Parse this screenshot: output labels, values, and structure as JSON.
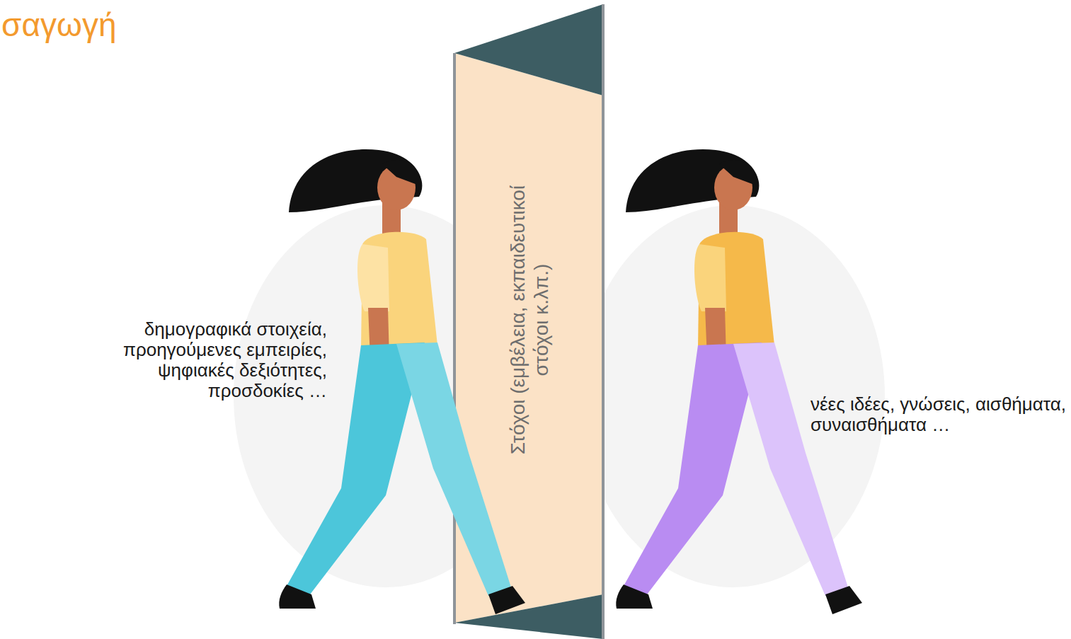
{
  "diagram": {
    "title": "σαγωγή",
    "nodes": [
      {
        "text": [
          "Στόχοι (εμβέλεια, εκπαιδευτικοί στόχοι κ.λπ.)"
        ]
      }
    ],
    "labels": [
      "δημογραφικά στοιχεία, προηγούμενες εμπειρίες, ψηφιακές δεξιότητες, προσδοκίες …",
      "νέες ιδέες, γνώσεις, αισθήματα, συναισθήματα …"
    ]
  }
}
